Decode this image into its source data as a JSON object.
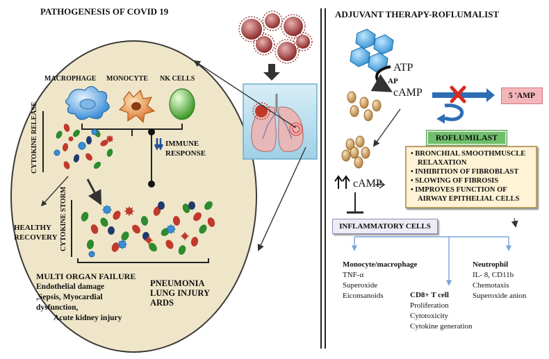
{
  "left": {
    "title": "PATHOGENESIS OF COVID 19",
    "cells": [
      "MACROPHAGE",
      "MONOCYTE",
      "NK CELLS"
    ],
    "cytokine_release": "CYTOKINE RELEASE",
    "immune_response": [
      "IMMUNE",
      "RESPONSE"
    ],
    "healthy_recovery": [
      "HEALTHY",
      "RECOVERY"
    ],
    "cytokine_storm": "CYTOKINE  STORM",
    "multi_organ": [
      "MULTI ORGAN FAILURE",
      "Endothelial damage",
      ",Sepsis, Myocardial",
      "dysfunction,",
      "Acute kidney injury"
    ],
    "pneumonia": [
      "PNEUMONIA",
      "LUNG INJURY",
      "ARDS"
    ]
  },
  "right": {
    "title": "ADJUVANT THERAPY-ROFLUMALIST",
    "atp": "ATP",
    "ap": "AP",
    "camp": "cAMP",
    "amp5": "5 'AMP",
    "roflumilast": "ROFLUMILAST",
    "effects": [
      "• BRONCHIAL SMOOTHMUSCLE",
      "RELAXATION",
      "• INHIBITION OF FIBROBLAST",
      "• SLOWING OF FIBROSIS",
      "• IMPROVES FUNCTION OF",
      "AIRWAY EPITHELIAL CELLS"
    ],
    "up_camp": "cAMP",
    "inflammatory": "INFLAMMATORY CELLS",
    "monocyte": {
      "title": "Monocyte/macrophage",
      "items": [
        "TNF-α",
        "Superoxide",
        "Eiconsanoids"
      ]
    },
    "cd8": {
      "title": "CD8+ T cell",
      "items": [
        "Proliferation",
        "Cytotoxicity",
        "Cytokine generation"
      ]
    },
    "neutrophil": {
      "title": "Neutrophil",
      "items": [
        "IL- 8, CD11b",
        "Chemotaxis",
        "Superoxide anion"
      ]
    }
  },
  "colors": {
    "virus_red": "#c0392b",
    "crystal_blue": "#3a9bd8",
    "roflumilast_green": "#5cb85c",
    "amp_pink": "#f4b6bb",
    "arrow_blue": "#2e6db4"
  }
}
